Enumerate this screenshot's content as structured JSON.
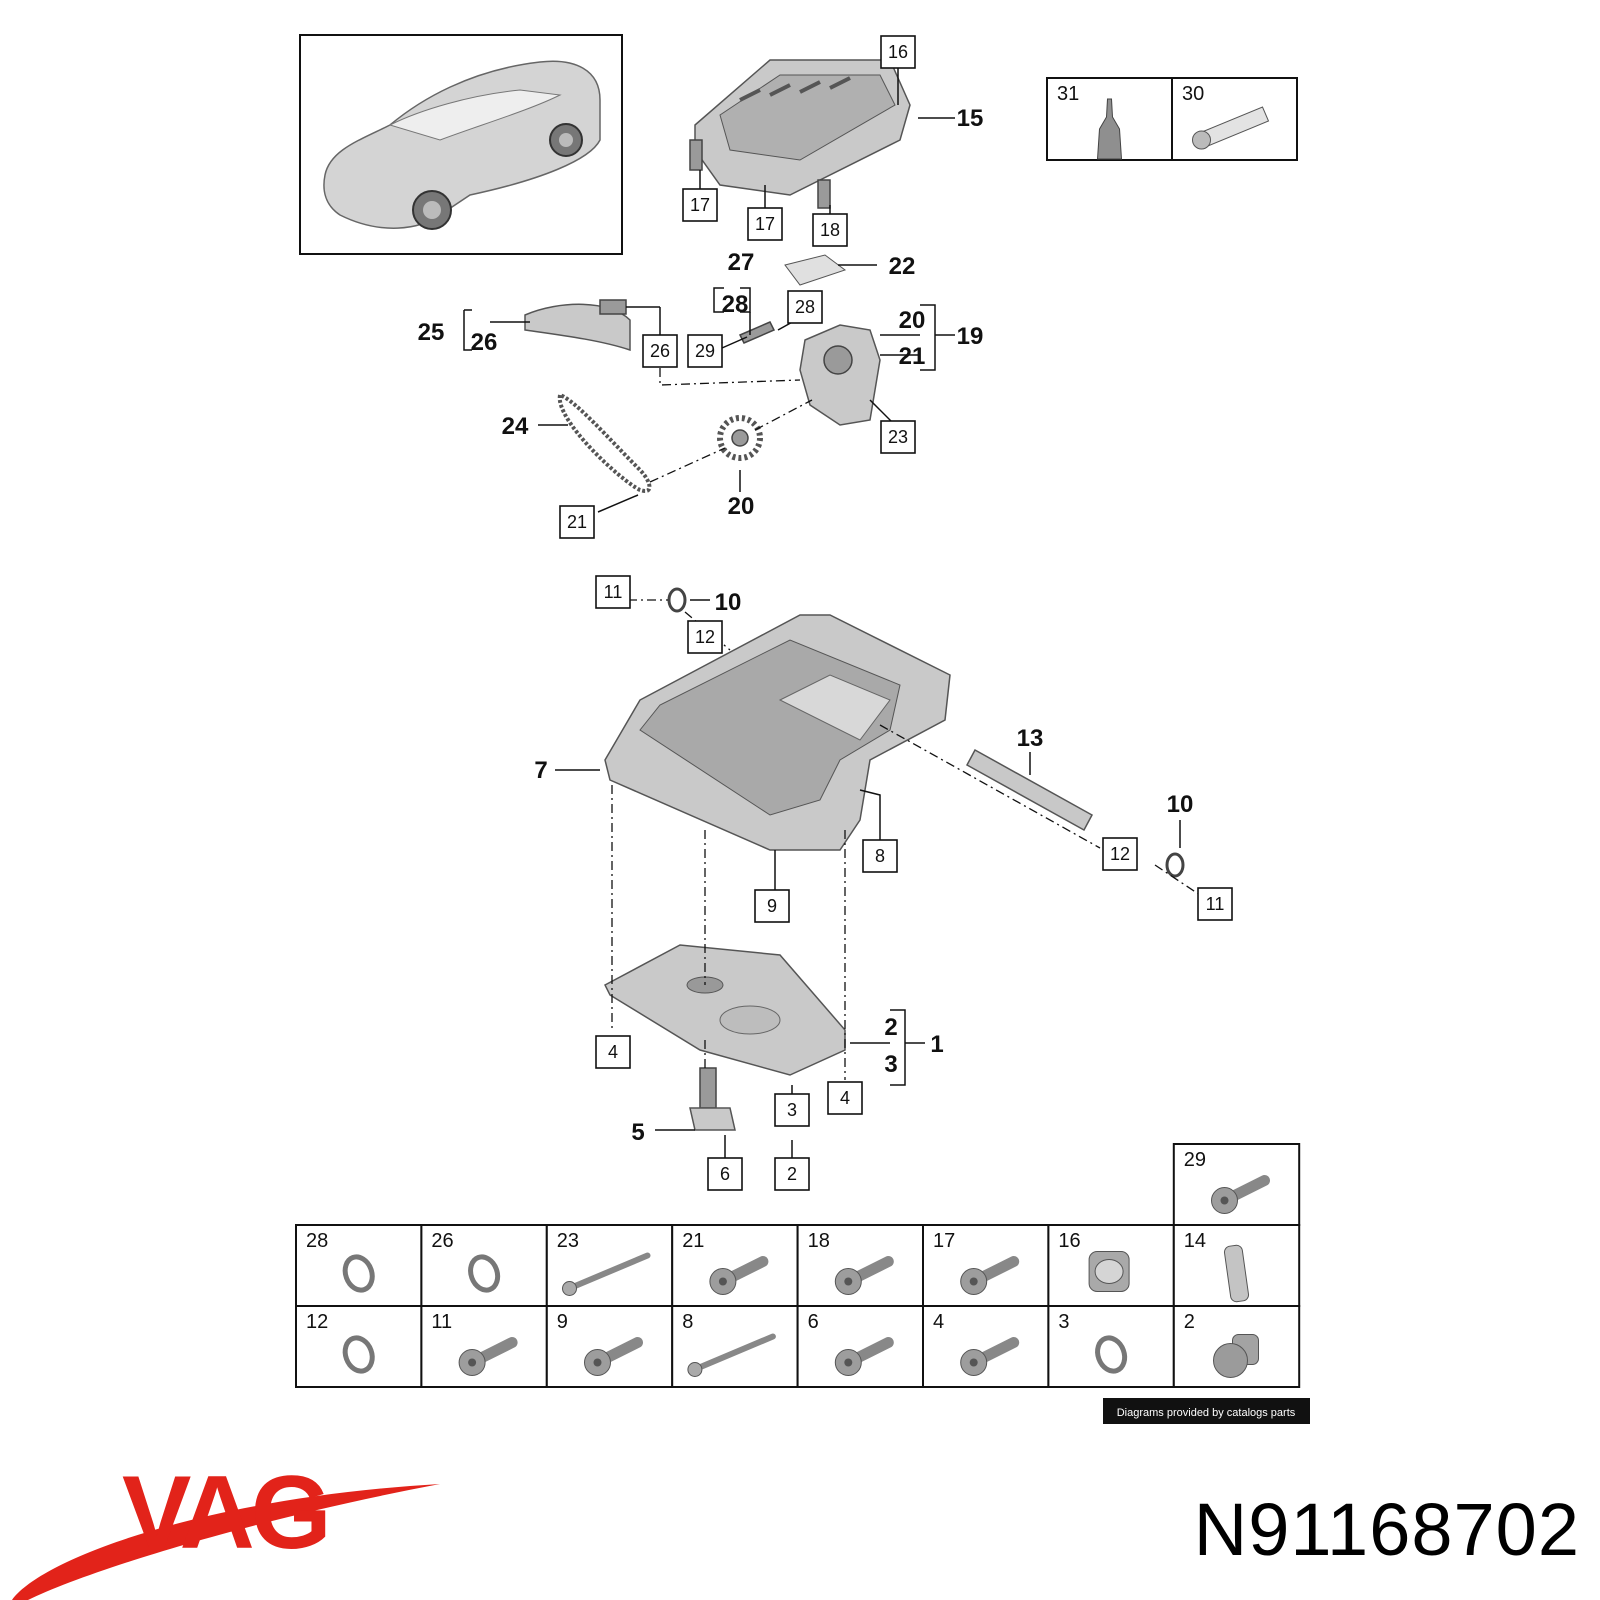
{
  "diagram": {
    "bold_labels": [
      "15",
      "27",
      "28",
      "22",
      "20",
      "21",
      "19",
      "25",
      "26",
      "24",
      "20",
      "10",
      "13",
      "7",
      "10",
      "2",
      "3",
      "1",
      "5"
    ],
    "box_labels": [
      "16",
      "17",
      "17",
      "18",
      "28",
      "29",
      "26",
      "23",
      "21",
      "11",
      "12",
      "12",
      "11",
      "8",
      "9",
      "4",
      "4",
      "3",
      "6",
      "2"
    ],
    "consumables": [
      {
        "num": "31",
        "icon": "sealant-bottle-icon"
      },
      {
        "num": "30",
        "icon": "grease-tube-icon"
      }
    ],
    "hardware_row1": [
      {
        "num": "29",
        "icon": "bolt-icon"
      }
    ],
    "hardware_row2": [
      {
        "num": "28",
        "icon": "seal-ring-icon"
      },
      {
        "num": "26",
        "icon": "seal-ring-icon"
      },
      {
        "num": "23",
        "icon": "long-bolt-icon"
      },
      {
        "num": "21",
        "icon": "bolt-icon"
      },
      {
        "num": "18",
        "icon": "bolt-icon"
      },
      {
        "num": "17",
        "icon": "bolt-icon"
      },
      {
        "num": "16",
        "icon": "sleeve-icon"
      },
      {
        "num": "14",
        "icon": "dowel-icon"
      }
    ],
    "hardware_row3": [
      {
        "num": "12",
        "icon": "seal-ring-icon"
      },
      {
        "num": "11",
        "icon": "bolt-icon"
      },
      {
        "num": "9",
        "icon": "bolt-icon"
      },
      {
        "num": "8",
        "icon": "long-bolt-icon"
      },
      {
        "num": "6",
        "icon": "bolt-icon"
      },
      {
        "num": "4",
        "icon": "bolt-icon"
      },
      {
        "num": "3",
        "icon": "seal-ring-icon"
      },
      {
        "num": "2",
        "icon": "drain-plug-icon"
      }
    ],
    "credit": "Diagrams provided by catalogs parts"
  },
  "brand": {
    "logo_text": "VAG",
    "color": "#e2231a"
  },
  "part_number": "N91168702"
}
